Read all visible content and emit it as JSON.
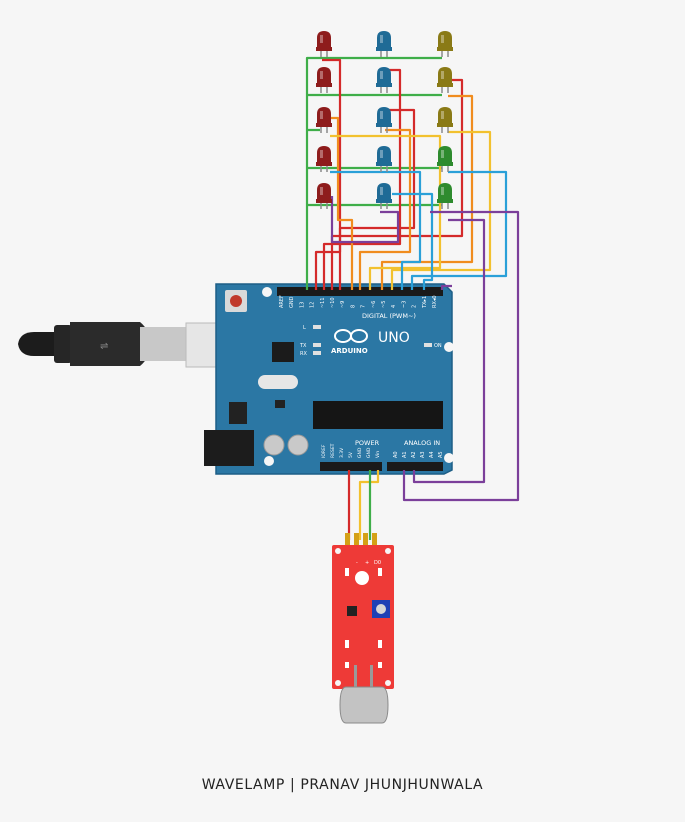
{
  "caption": "WAVELAMP | PRANAV JHUNJHUNWALA",
  "board": {
    "logo_text": "ARDUINO",
    "model": "UNO",
    "digital_header": "DIGITAL (PWM~)",
    "power_header": "POWER",
    "analog_header": "ANALOG IN",
    "on_label": "ON",
    "led_l": "L",
    "led_tx": "TX",
    "led_rx": "RX",
    "digital_pins": [
      "AREF",
      "GND",
      "13",
      "12",
      "~11",
      "~10",
      "~9",
      "8",
      "7",
      "~6",
      "~5",
      "4",
      "~3",
      "2",
      "TX▸1",
      "RX◂0"
    ],
    "power_pins": [
      "IOREF",
      "RESET",
      "3.3V",
      "5V",
      "GND",
      "GND",
      "Vin"
    ],
    "analog_pins": [
      "A0",
      "A1",
      "A2",
      "A3",
      "A4",
      "A5"
    ]
  },
  "led_colors": {
    "red": "#8e1c1c",
    "blue": "#1f6b96",
    "olive": "#8a7a16",
    "green": "#2e8b2e"
  },
  "led_grid": [
    [
      "red",
      "blue",
      "olive"
    ],
    [
      "red",
      "blue",
      "olive"
    ],
    [
      "red",
      "blue",
      "olive"
    ],
    [
      "red",
      "blue",
      "green"
    ],
    [
      "red",
      "blue",
      "green"
    ]
  ],
  "sensor": {
    "type": "sound sensor module",
    "board_color": "#ee3a37",
    "pin_labels": [
      "",
      "-",
      "+",
      "D0"
    ]
  },
  "wire_colors": {
    "green": "#3fae49",
    "red": "#d42a2a",
    "orange": "#f08c1e",
    "yellow": "#f2c12e",
    "blue": "#2aa0d8",
    "purple": "#7b3f9a"
  }
}
